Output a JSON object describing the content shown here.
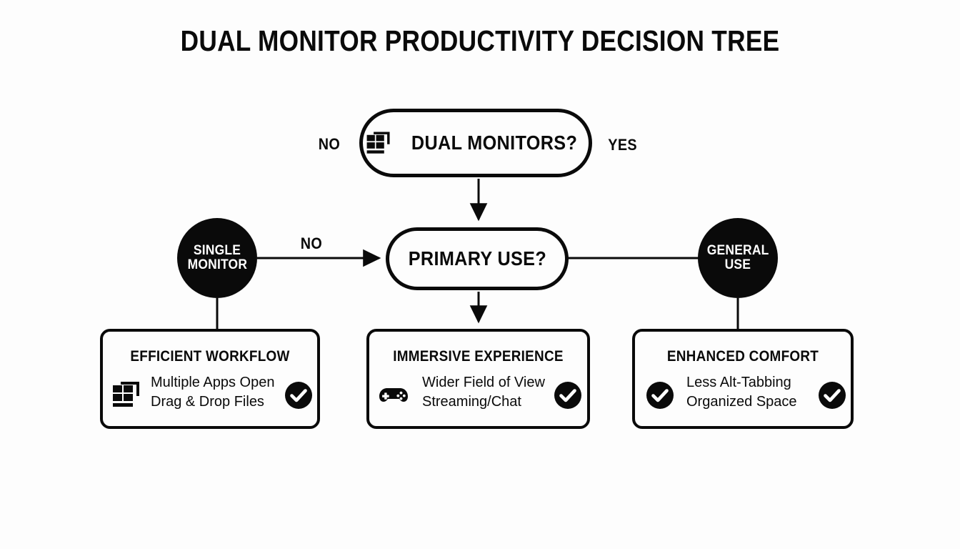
{
  "title": "DUAL MONITOR PRODUCTIVITY DECISION TREE",
  "theme": {
    "background": "#fdfdfd",
    "ink": "#0a0a0a",
    "node_fill": "#0a0a0a",
    "node_text": "#ffffff"
  },
  "nodes": {
    "dual_monitors": {
      "label": "DUAL MONITORS?",
      "icon": "dual-monitor-icon",
      "shape": "pill"
    },
    "primary_use": {
      "label": "PRIMARY USE?",
      "shape": "pill"
    },
    "single_monitor": {
      "line1": "SINGLE",
      "line2": "MONITOR",
      "shape": "circle"
    },
    "general_use": {
      "line1": "GENERAL",
      "line2": "USE",
      "shape": "circle"
    }
  },
  "edges": {
    "no_top": "NO",
    "yes_top": "YES",
    "no_mid": "NO"
  },
  "cards": [
    {
      "title": "EFFICIENT WORKFLOW",
      "line1": "Multiple Apps Open",
      "line2": "Drag & Drop Files",
      "icon": "dual-monitor-icon",
      "check_left": false,
      "check_right": true
    },
    {
      "title": "IMMERSIVE EXPERIENCE",
      "line1": "Wider Field of View",
      "line2": "Streaming/Chat",
      "icon": "gamepad-icon",
      "check_left": false,
      "check_right": true
    },
    {
      "title": "ENHANCED COMFORT",
      "line1": "Less Alt-Tabbing",
      "line2": "Organized Space",
      "icon": null,
      "check_left": true,
      "check_right": true
    }
  ]
}
